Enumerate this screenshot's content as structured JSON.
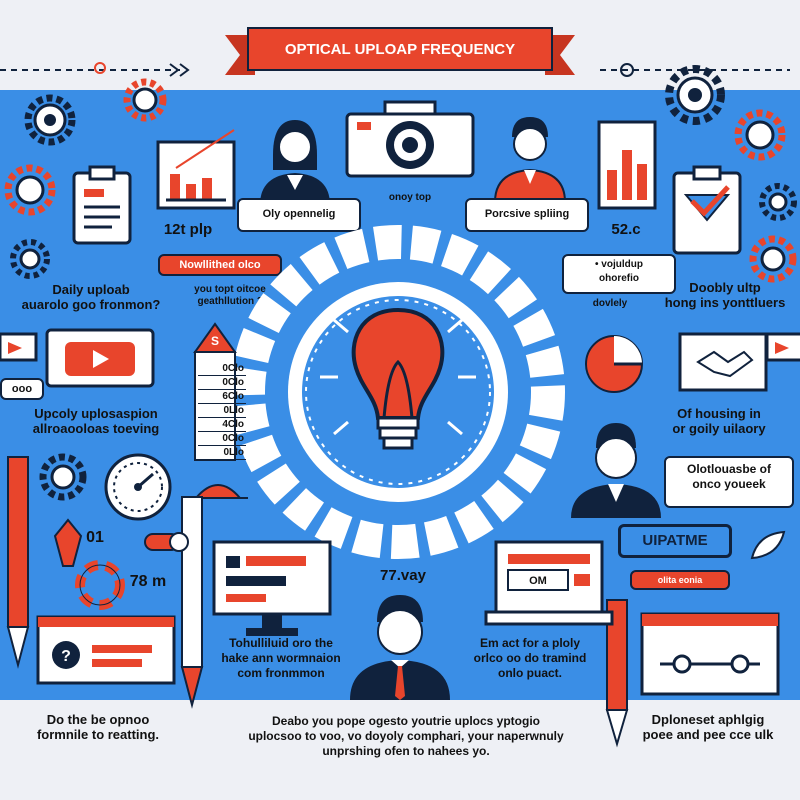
{
  "banner": {
    "title": "OPTICAL UPLOAP FREQUENCY"
  },
  "labels": {
    "top_left_stat": "12t plp",
    "top_right_stat": "52.c",
    "bubble_left": "Oly opennelig",
    "bubble_center": "onoy top",
    "bubble_right": "Porcsive spliing",
    "red_tag_left": "Nowllithed olco",
    "left_daily": "Daily uploab\nauarolo goo fronmon?",
    "left_center_note": "you topt oitcoe\ngeathllution 3",
    "right_bubble": "• vojuldup\nohorefio",
    "right_small": "dovlely",
    "right_daily": "Doobly ultp\nhong ins yonttluers",
    "left_mid_label": "ooo",
    "left_mid_caption": "Upcoly uplosaspion\nallroaooloas toeving",
    "right_mid_caption": "Of housing in\nor goily uilaory",
    "right_speech": "Olotlouasbe of\nonco youeek",
    "uptime_sign": "UIPATME",
    "uptime_sub": "olita eonia",
    "left_numbers": "01",
    "left_numbers_2": "78 m",
    "center_stat": "77.vay",
    "laptop_value": "OM",
    "center_left_caption": "Tohulliluid oro the\nhake ann wormnaion\ncom fronmmon",
    "center_right_caption": "Em act for a ploly\norlco oo do tramind\nonlo puact.",
    "bottom_left": "Do the be opnoo\nformnile to reatting.",
    "bottom_center": "Deabo you pope ogesto youtrie uplocs yptogio\nuplocsoo to voo, vo doyoly comphari, your naperwnuly\nunprshing ofen to nahees yo.",
    "bottom_right": "Dploneset aphlgig\npoee and pee cce ulk",
    "thermometer_values": [
      "0Clo",
      "0Clo",
      "6Clo",
      "0Llo",
      "4Clo",
      "0Clo",
      "0Llo"
    ],
    "thermometer_badge": "S"
  },
  "colors": {
    "blue": "#3a8ee6",
    "red": "#e8452c",
    "navy": "#10223d",
    "light": "#eef0f5"
  }
}
